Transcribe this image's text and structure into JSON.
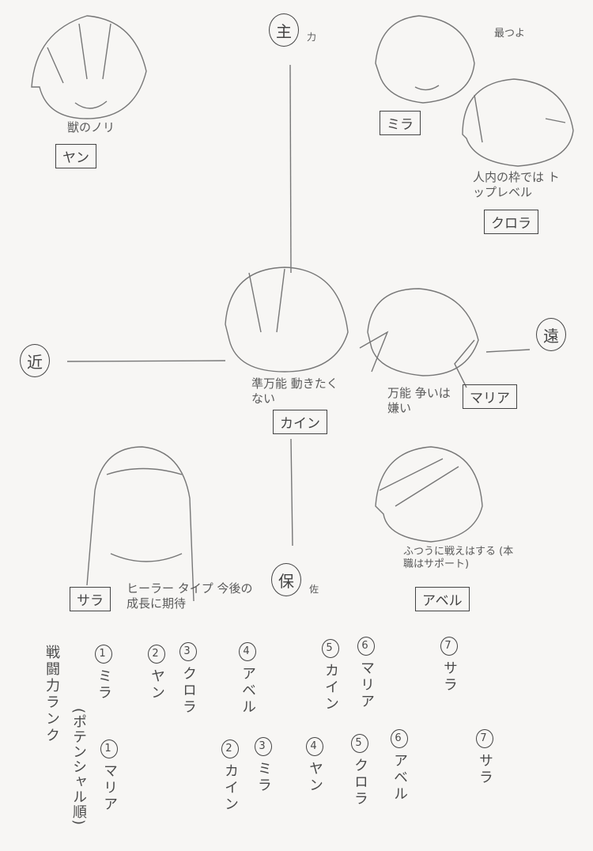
{
  "axes": {
    "top": "主",
    "top_note": "力",
    "bottom": "保",
    "bottom_note": "佐",
    "left": "近",
    "right": "遠"
  },
  "characters": [
    {
      "name": "ヤン",
      "note": "獣のノリ"
    },
    {
      "name": "ミラ",
      "note": "最つよ"
    },
    {
      "name": "クロラ",
      "note": "人内の枠では トップレベル"
    },
    {
      "name": "カイン",
      "note": "準万能 動きたくない"
    },
    {
      "name": "マリア",
      "note": "万能 争いは嫌い"
    },
    {
      "name": "サラ",
      "note": "ヒーラー タイプ 今後の成長に期待"
    },
    {
      "name": "アベル",
      "note": "ふつうに戦えはする (本職はサポート)"
    }
  ],
  "rankings": {
    "combat_title": "戦闘力ランク",
    "combat": [
      {
        "rank": "1",
        "name": "ミラ"
      },
      {
        "rank": "2",
        "name": "ヤン"
      },
      {
        "rank": "3",
        "name": "クロラ"
      },
      {
        "rank": "4",
        "name": "アベル"
      },
      {
        "rank": "5",
        "name": "カイン"
      },
      {
        "rank": "6",
        "name": "マリア"
      },
      {
        "rank": "7",
        "name": "サラ"
      }
    ],
    "potential_title": "(ポテンシャル順)",
    "potential": [
      {
        "rank": "1",
        "name": "マリア"
      },
      {
        "rank": "2",
        "name": "カイン"
      },
      {
        "rank": "3",
        "name": "ミラ"
      },
      {
        "rank": "4",
        "name": "ヤン"
      },
      {
        "rank": "5",
        "name": "クロラ"
      },
      {
        "rank": "6",
        "name": "アベル"
      },
      {
        "rank": "7",
        "name": "サラ"
      }
    ]
  }
}
